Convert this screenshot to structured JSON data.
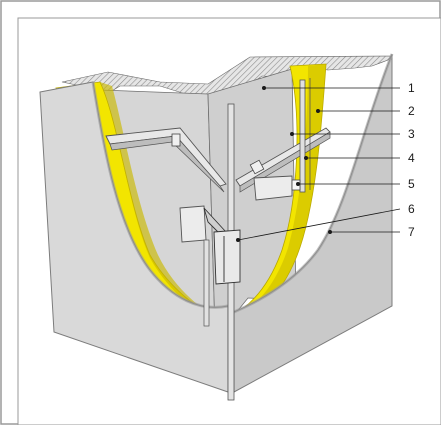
{
  "figure": {
    "callouts": [
      {
        "label": "1"
      },
      {
        "label": "2"
      },
      {
        "label": "3"
      },
      {
        "label": "4"
      },
      {
        "label": "5"
      },
      {
        "label": "6"
      },
      {
        "label": "7"
      }
    ],
    "colors": {
      "frame_border": "#9a9a9a",
      "panel_fill": "#d9d9d9",
      "panel_edge": "#8c8c8c",
      "insulation_yellow": "#f2e500",
      "insulation_shadow": "#c9b800",
      "masonry_hatch": "#b5b5b5",
      "rail_fill": "#e8e8e8",
      "rail_edge": "#555555"
    }
  }
}
